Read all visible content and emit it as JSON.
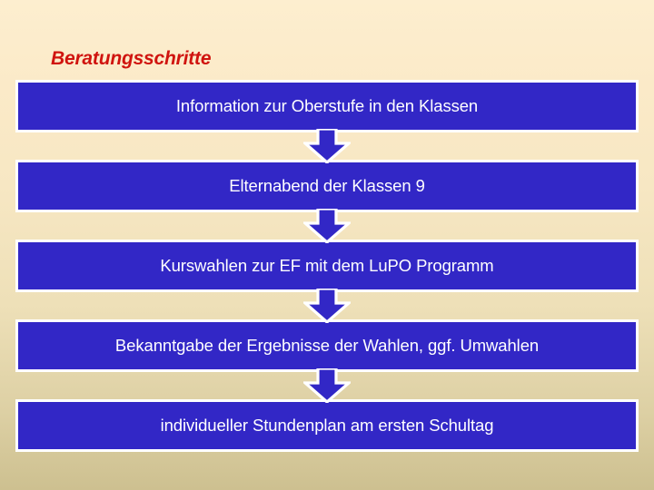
{
  "slide": {
    "title": "Beratungsschritte",
    "title_color": "#d0140f",
    "background_top_color": "#fdeecf",
    "background_bottom_color": "#cdc090",
    "box_fill_color": "#3227c6",
    "box_border_color": "#ffffff",
    "box_text_color": "#ffffff",
    "arrow_fill_color": "#3227c6",
    "arrow_outline_color": "#ffffff"
  },
  "flow": {
    "steps": [
      {
        "label": "Information zur Oberstufe in den Klassen"
      },
      {
        "label": "Elternabend der Klassen 9"
      },
      {
        "label": "Kurswahlen zur EF mit dem LuPO Programm"
      },
      {
        "label": "Bekanntgabe der Ergebnisse der Wahlen, ggf. Umwahlen"
      },
      {
        "label": "individueller Stundenplan am ersten Schultag"
      }
    ],
    "connector_icon": "arrow-down-icon",
    "connector_count": 4
  }
}
